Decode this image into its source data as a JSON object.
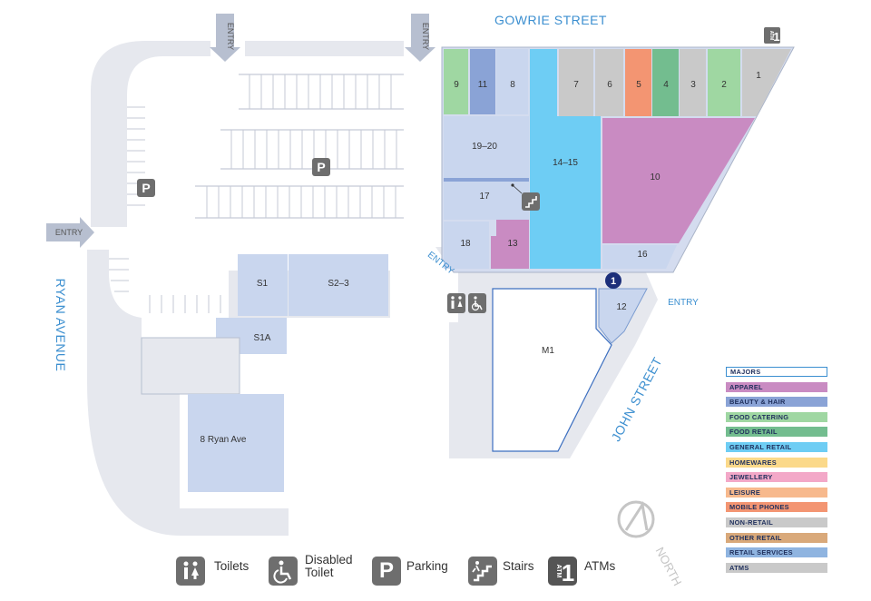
{
  "map": {
    "streets": {
      "gowrie": "GOWRIE STREET",
      "ryan": "RYAN AVENUE",
      "john": "JOHN STREET"
    },
    "entry_label": "ENTRY",
    "north_label": "NORTH",
    "atm_text": "ATM",
    "atm_digit": "1",
    "parking_symbol": "P",
    "marker_number": "1",
    "units": {
      "u1": "1",
      "u2": "2",
      "u3": "3",
      "u4": "4",
      "u5": "5",
      "u6": "6",
      "u7": "7",
      "u8": "8",
      "u9": "9",
      "u11": "11",
      "u19_20": "19–20",
      "u14_15": "14–15",
      "u10": "10",
      "u17": "17",
      "u18": "18",
      "u13": "13",
      "u16": "16",
      "u12": "12",
      "m1": "M1",
      "s1": "S1",
      "s2_3": "S2–3",
      "s1a": "S1A",
      "ryan8": "8 Ryan Ave"
    }
  },
  "legend": [
    {
      "label": "MAJORS",
      "color": "#ffffff"
    },
    {
      "label": "APPAREL",
      "color": "#c98bc2"
    },
    {
      "label": "BEAUTY & HAIR",
      "color": "#8aa3d6"
    },
    {
      "label": "FOOD CATERING",
      "color": "#9fd7a2"
    },
    {
      "label": "FOOD RETAIL",
      "color": "#73bd8f"
    },
    {
      "label": "GENERAL RETAIL",
      "color": "#6ecdf4"
    },
    {
      "label": "HOMEWARES",
      "color": "#fbd98a"
    },
    {
      "label": "JEWELLERY",
      "color": "#f3a8c8"
    },
    {
      "label": "LEISURE",
      "color": "#f7b98d"
    },
    {
      "label": "MOBILE PHONES",
      "color": "#f39572"
    },
    {
      "label": "NON-RETAIL",
      "color": "#c9c9c9"
    },
    {
      "label": "OTHER RETAIL",
      "color": "#d9a97a"
    },
    {
      "label": "RETAIL SERVICES",
      "color": "#8fb4e0"
    },
    {
      "label": "ATMS",
      "color": "#c9c9c9"
    }
  ],
  "key": {
    "toilets": "Toilets",
    "disabled_line1": "Disabled",
    "disabled_line2": "Toilet",
    "parking": "Parking",
    "stairs": "Stairs",
    "atms": "ATMs"
  },
  "colors": {
    "pavement": "#e6e8ee",
    "shop": "#c9d6ee",
    "outline": "#b7bfd0",
    "accent": "#3c8fd0",
    "marker": "#1c2f7a",
    "icon_bg": "#6e6e6e"
  }
}
